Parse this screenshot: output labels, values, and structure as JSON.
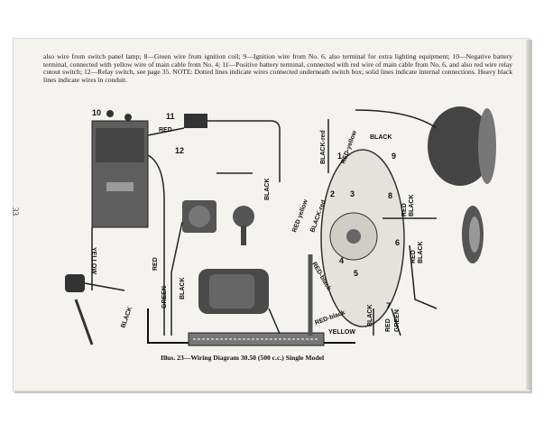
{
  "text_block": "also wire from switch panel lamp; 8—Green wire from ignition coil; 9—Ignition wire from No. 6, also terminal for extra lighting equipment; 10—Negative battery terminal, connected with yellow wire of main cable from No. 4; 11—Positive battery terminal, connected with red wire of main cable from No. 6, and also red wire relay cutout switch; 12—Relay switch, see page 35. NOTE: Dotted lines indicate wires connected underneath switch box; solid lines indicate internal connections. Heavy black lines indicate wires in conduit.",
  "page_number": "33",
  "figure_caption": "Illus. 23—Wiring Diagram 30.50 (500 c.c.) Single Model",
  "wire_labels": {
    "red1": "RED",
    "black1": "BLACK",
    "yellow1": "YELLOW",
    "red2": "RED",
    "green1": "GREEN",
    "black2": "BLACK",
    "black3": "BLACK",
    "black_red1": "BLACK-red",
    "red_yellow1": "RED-yellow",
    "black_top": "BLACK",
    "red_yellow2": "RED yellow",
    "black_red2": "BLACK-red",
    "red_black1": "RED-black",
    "red_black2": "RED-black",
    "yellow2": "YELLOW",
    "black4": "BLACK",
    "red3": "RED",
    "green2": "GREEN",
    "red4": "RED",
    "black5": "BLACK",
    "red5": "RED",
    "black6": "BLACK"
  },
  "numbers": {
    "n1": "1",
    "n2": "2",
    "n3": "3",
    "n4": "4",
    "n5": "5",
    "n6": "6",
    "n7": "7",
    "n8": "8",
    "n9": "9",
    "n10": "10",
    "n11": "11",
    "n12": "12"
  }
}
